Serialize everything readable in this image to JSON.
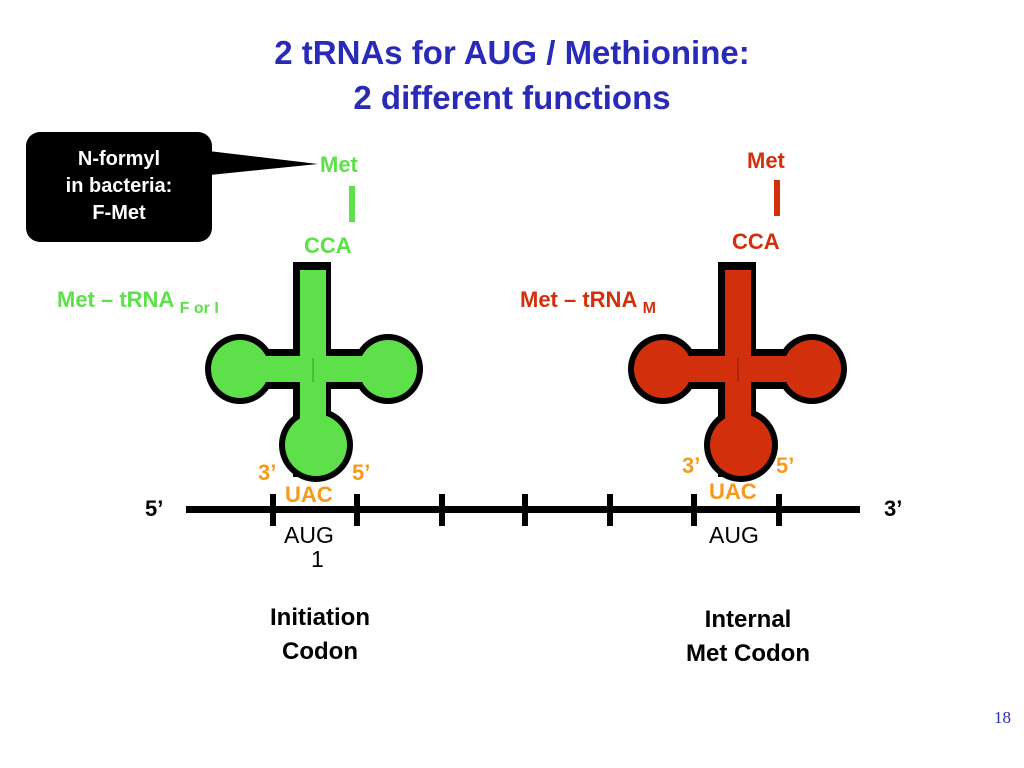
{
  "title": {
    "line1": "2 tRNAs for AUG / Methionine:",
    "line2": "2 different functions"
  },
  "callout": {
    "line1": "N-formyl",
    "line2": "in bacteria:",
    "line3": "F-Met"
  },
  "trna_initiator": {
    "amino_acid": "Met",
    "acceptor": "CCA",
    "name": "Met – tRNA",
    "subscript": "F or I",
    "prime3": "3’",
    "prime5": "5’",
    "anticodon": "UAC",
    "color": "#5ee04a"
  },
  "trna_internal": {
    "amino_acid": "Met",
    "acceptor": "CCA",
    "name": "Met – tRNA",
    "subscript": "M",
    "prime3": "3’",
    "prime5": "5’",
    "anticodon": "UAC",
    "color": "#d2300c"
  },
  "mrna": {
    "end5": "5’",
    "end3": "3’",
    "codon1": "AUG",
    "codon1_number": "1",
    "codon2": "AUG"
  },
  "captions": {
    "initiation_line1": "Initiation",
    "initiation_line2": "Codon",
    "internal_line1": "Internal",
    "internal_line2": "Met Codon"
  },
  "page_number": "18"
}
